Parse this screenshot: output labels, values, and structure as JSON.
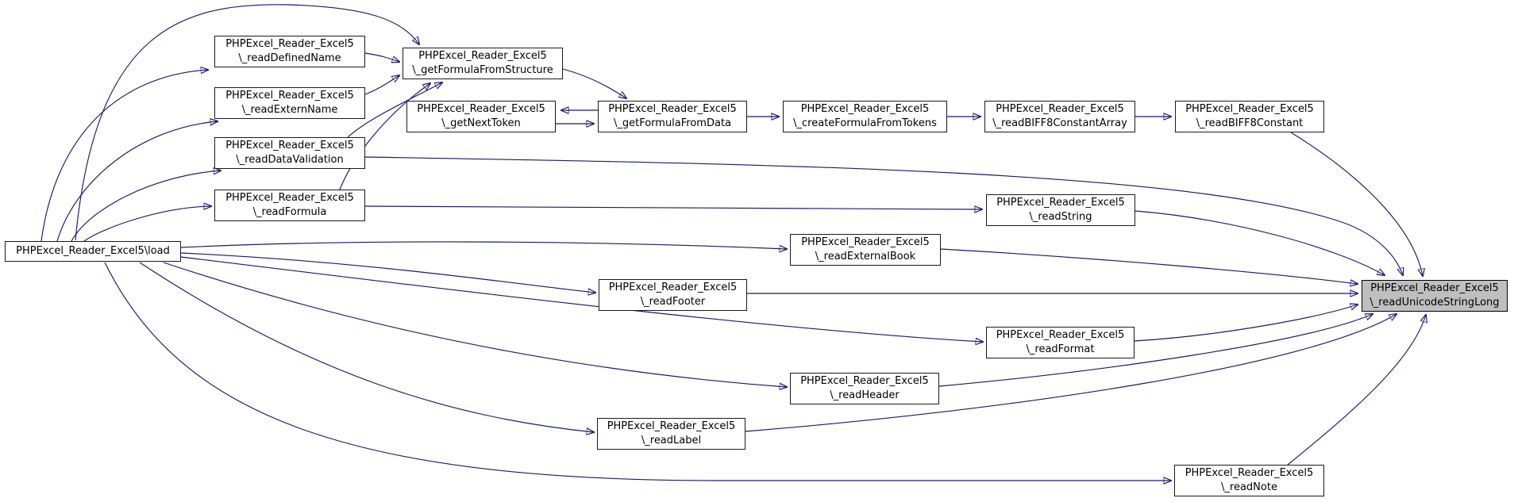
{
  "graph": {
    "type": "call-graph",
    "edge_color": "#191970",
    "node_fill": "#ffffff",
    "node_border_color": "#000000",
    "highlight_fill": "#bfbfbf",
    "nodes": {
      "load": {
        "line1": "PHPExcel_Reader_Excel5\\load"
      },
      "readDefinedName": {
        "line1": "PHPExcel_Reader_Excel5",
        "line2": "\\_readDefinedName"
      },
      "readExternName": {
        "line1": "PHPExcel_Reader_Excel5",
        "line2": "\\_readExternName"
      },
      "readDataValidation": {
        "line1": "PHPExcel_Reader_Excel5",
        "line2": "\\_readDataValidation"
      },
      "readFormula": {
        "line1": "PHPExcel_Reader_Excel5",
        "line2": "\\_readFormula"
      },
      "getFormulaFromStructure": {
        "line1": "PHPExcel_Reader_Excel5",
        "line2": "\\_getFormulaFromStructure"
      },
      "getNextToken": {
        "line1": "PHPExcel_Reader_Excel5",
        "line2": "\\_getNextToken"
      },
      "getFormulaFromData": {
        "line1": "PHPExcel_Reader_Excel5",
        "line2": "\\_getFormulaFromData"
      },
      "createFormulaFromTokens": {
        "line1": "PHPExcel_Reader_Excel5",
        "line2": "\\_createFormulaFromTokens"
      },
      "readBIFF8ConstantArray": {
        "line1": "PHPExcel_Reader_Excel5",
        "line2": "\\_readBIFF8ConstantArray"
      },
      "readBIFF8Constant": {
        "line1": "PHPExcel_Reader_Excel5",
        "line2": "\\_readBIFF8Constant"
      },
      "readString": {
        "line1": "PHPExcel_Reader_Excel5",
        "line2": "\\_readString"
      },
      "readExternalBook": {
        "line1": "PHPExcel_Reader_Excel5",
        "line2": "\\_readExternalBook"
      },
      "readFooter": {
        "line1": "PHPExcel_Reader_Excel5",
        "line2": "\\_readFooter"
      },
      "readFormat": {
        "line1": "PHPExcel_Reader_Excel5",
        "line2": "\\_readFormat"
      },
      "readHeader": {
        "line1": "PHPExcel_Reader_Excel5",
        "line2": "\\_readHeader"
      },
      "readLabel": {
        "line1": "PHPExcel_Reader_Excel5",
        "line2": "\\_readLabel"
      },
      "readNote": {
        "line1": "PHPExcel_Reader_Excel5",
        "line2": "\\_readNote"
      },
      "readUnicodeStringLong": {
        "line1": "PHPExcel_Reader_Excel5",
        "line2": "\\_readUnicodeStringLong"
      }
    },
    "edges": [
      {
        "from": "load",
        "to": "readDefinedName"
      },
      {
        "from": "load",
        "to": "readExternName"
      },
      {
        "from": "load",
        "to": "readDataValidation"
      },
      {
        "from": "load",
        "to": "readFormula"
      },
      {
        "from": "load",
        "to": "getFormulaFromStructure"
      },
      {
        "from": "load",
        "to": "readExternalBook"
      },
      {
        "from": "load",
        "to": "readFooter"
      },
      {
        "from": "load",
        "to": "readFormat"
      },
      {
        "from": "load",
        "to": "readHeader"
      },
      {
        "from": "load",
        "to": "readLabel"
      },
      {
        "from": "load",
        "to": "readNote"
      },
      {
        "from": "readDefinedName",
        "to": "getFormulaFromStructure"
      },
      {
        "from": "readExternName",
        "to": "getFormulaFromStructure"
      },
      {
        "from": "readDataValidation",
        "to": "getFormulaFromStructure"
      },
      {
        "from": "readFormula",
        "to": "getFormulaFromStructure"
      },
      {
        "from": "getFormulaFromStructure",
        "to": "getFormulaFromData"
      },
      {
        "from": "getFormulaFromData",
        "to": "getNextToken"
      },
      {
        "from": "getNextToken",
        "to": "getFormulaFromData"
      },
      {
        "from": "getFormulaFromData",
        "to": "createFormulaFromTokens"
      },
      {
        "from": "createFormulaFromTokens",
        "to": "readBIFF8ConstantArray"
      },
      {
        "from": "readBIFF8ConstantArray",
        "to": "readBIFF8Constant"
      },
      {
        "from": "readBIFF8Constant",
        "to": "readUnicodeStringLong"
      },
      {
        "from": "readDataValidation",
        "to": "readUnicodeStringLong"
      },
      {
        "from": "readFormula",
        "to": "readString"
      },
      {
        "from": "readString",
        "to": "readUnicodeStringLong"
      },
      {
        "from": "readExternalBook",
        "to": "readUnicodeStringLong"
      },
      {
        "from": "readFooter",
        "to": "readUnicodeStringLong"
      },
      {
        "from": "readFormat",
        "to": "readUnicodeStringLong"
      },
      {
        "from": "readHeader",
        "to": "readUnicodeStringLong"
      },
      {
        "from": "readLabel",
        "to": "readUnicodeStringLong"
      },
      {
        "from": "readNote",
        "to": "readUnicodeStringLong"
      }
    ]
  }
}
